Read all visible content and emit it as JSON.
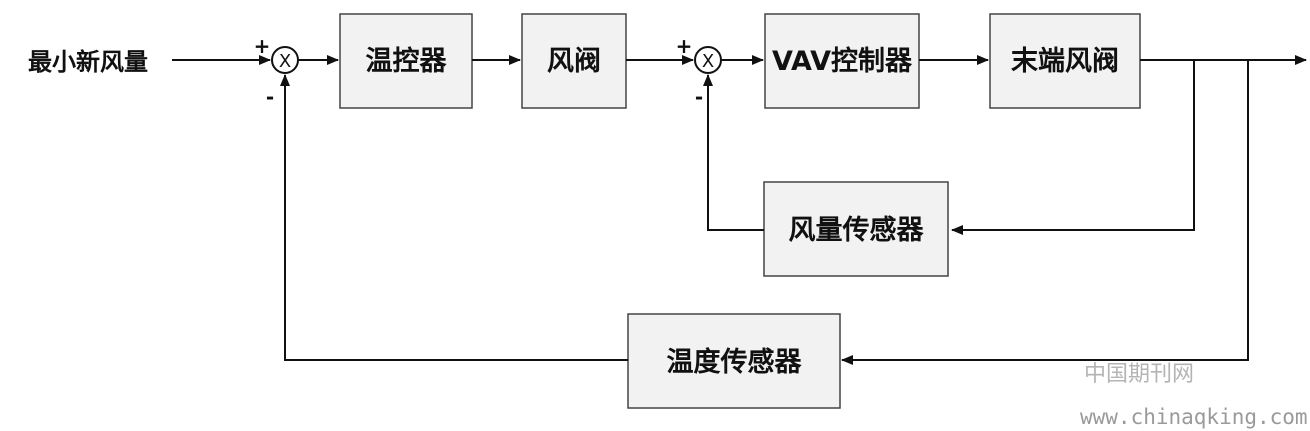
{
  "input": {
    "label": "最小新风量"
  },
  "blocks": {
    "temp_controller": "温控器",
    "air_valve": "风阀",
    "vav_controller": "VAV控制器",
    "terminal_valve": "末端风阀",
    "airflow_sensor": "风量传感器",
    "temp_sensor": "温度传感器"
  },
  "summing_junctions": [
    {
      "symbol": "X",
      "plus": "+",
      "minus": "-"
    },
    {
      "symbol": "X",
      "plus": "+",
      "minus": "-"
    }
  ],
  "watermark": {
    "site_name": "中国期刊网",
    "url": "www.chinaqking.com"
  }
}
